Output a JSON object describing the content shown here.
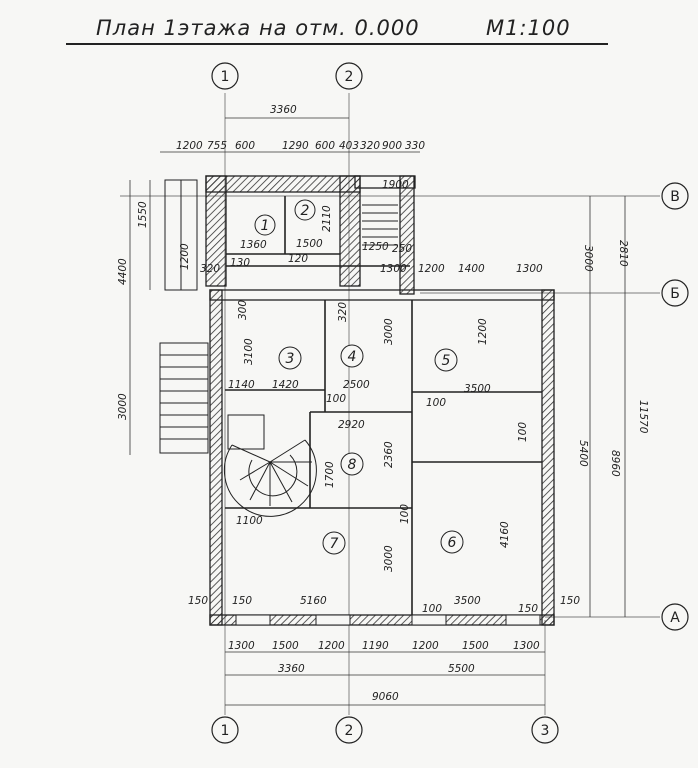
{
  "title": {
    "main": "План 1этажа на отм. 0.000",
    "scale": "М1:100"
  },
  "axes": {
    "vertical": [
      "1",
      "2",
      "3"
    ],
    "horizontal": [
      "В",
      "Б",
      "А"
    ],
    "top_axes": [
      "1",
      "2"
    ]
  },
  "rooms": [
    "1",
    "2",
    "3",
    "4",
    "5",
    "6",
    "7",
    "8"
  ],
  "dimensions": {
    "top_overall": "3360",
    "top_chain": [
      "1200",
      "755",
      "600",
      "1290",
      "600",
      "403",
      "320",
      "900",
      "330"
    ],
    "bottom_chain": [
      "1300",
      "1500",
      "1200",
      "1190",
      "1200",
      "1500",
      "1300"
    ],
    "bottom_axes": [
      "3360",
      "5500"
    ],
    "bottom_overall": "9060",
    "bottom_edges": [
      "150",
      "5160",
      "150",
      "100",
      "3500",
      "150",
      "150"
    ],
    "right_chain": [
      "3000",
      "2810",
      "5400",
      "8960",
      "11570"
    ],
    "left_chain": [
      "1550",
      "4400",
      "1200",
      "3000"
    ],
    "interior": [
      "1360",
      "130",
      "320",
      "1500",
      "120",
      "1250",
      "250",
      "1300",
      "1200",
      "1400",
      "1300",
      "300",
      "3100",
      "320",
      "3000",
      "1200",
      "2500",
      "1420",
      "1140",
      "3500",
      "100",
      "100",
      "2920",
      "100",
      "2360",
      "1700",
      "1100",
      "3000",
      "4160",
      "100",
      "1900",
      "2110"
    ]
  }
}
